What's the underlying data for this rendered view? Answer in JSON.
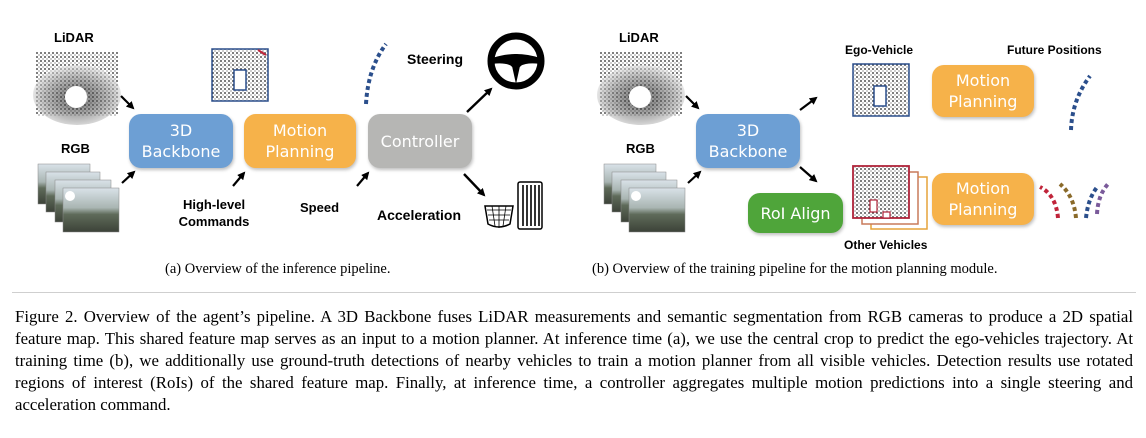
{
  "left_panel": {
    "lidar_label": "LiDAR",
    "rgb_label": "RGB",
    "backbone_label": [
      "3D",
      "Backbone"
    ],
    "motion_label": [
      "Motion",
      "Planning"
    ],
    "controller_label": "Controller",
    "steering_label": "Steering",
    "acceleration_label": "Acceleration",
    "commands_label": [
      "High-level",
      "Commands"
    ],
    "speed_label": "Speed",
    "caption": "(a) Overview of the inference pipeline."
  },
  "right_panel": {
    "lidar_label": "LiDAR",
    "rgb_label": "RGB",
    "backbone_label": [
      "3D",
      "Backbone"
    ],
    "ego_label": "Ego-Vehicle",
    "future_label": "Future Positions",
    "motion_label_top": [
      "Motion",
      "Planning"
    ],
    "motion_label_bottom": [
      "Motion",
      "Planning"
    ],
    "roi_label": "RoI Align",
    "other_label": "Other Vehicles",
    "caption": "(b) Overview of the training pipeline for the motion planning module."
  },
  "figure_caption": "Figure 2. Overview of the agent’s pipeline. A 3D Backbone fuses LiDAR measurements and semantic segmentation from RGB cameras to produce a 2D spatial feature map. This shared feature map serves as an input to a motion planner. At inference time (a), we use the central crop to predict the ego-vehicles trajectory. At training time (b), we additionally use ground-truth detections of nearby vehicles to train a motion planner from all visible vehicles. Detection results use rotated regions of interest (RoIs) of the shared feature map. Finally, at inference time, a controller aggregates multiple motion predictions into a single steering and acceleration command.",
  "colors": {
    "backbone": "#6d9fd4",
    "motion": "#f6b24a",
    "controller": "#b6b6b4",
    "roi": "#4fa53a",
    "trajectory": "#2b4f8c"
  },
  "icons": [
    "lidar-scan-image",
    "rgb-camera-stack",
    "feature-map-crop",
    "steering-wheel-icon",
    "pedal-icon",
    "trajectory-dots"
  ]
}
